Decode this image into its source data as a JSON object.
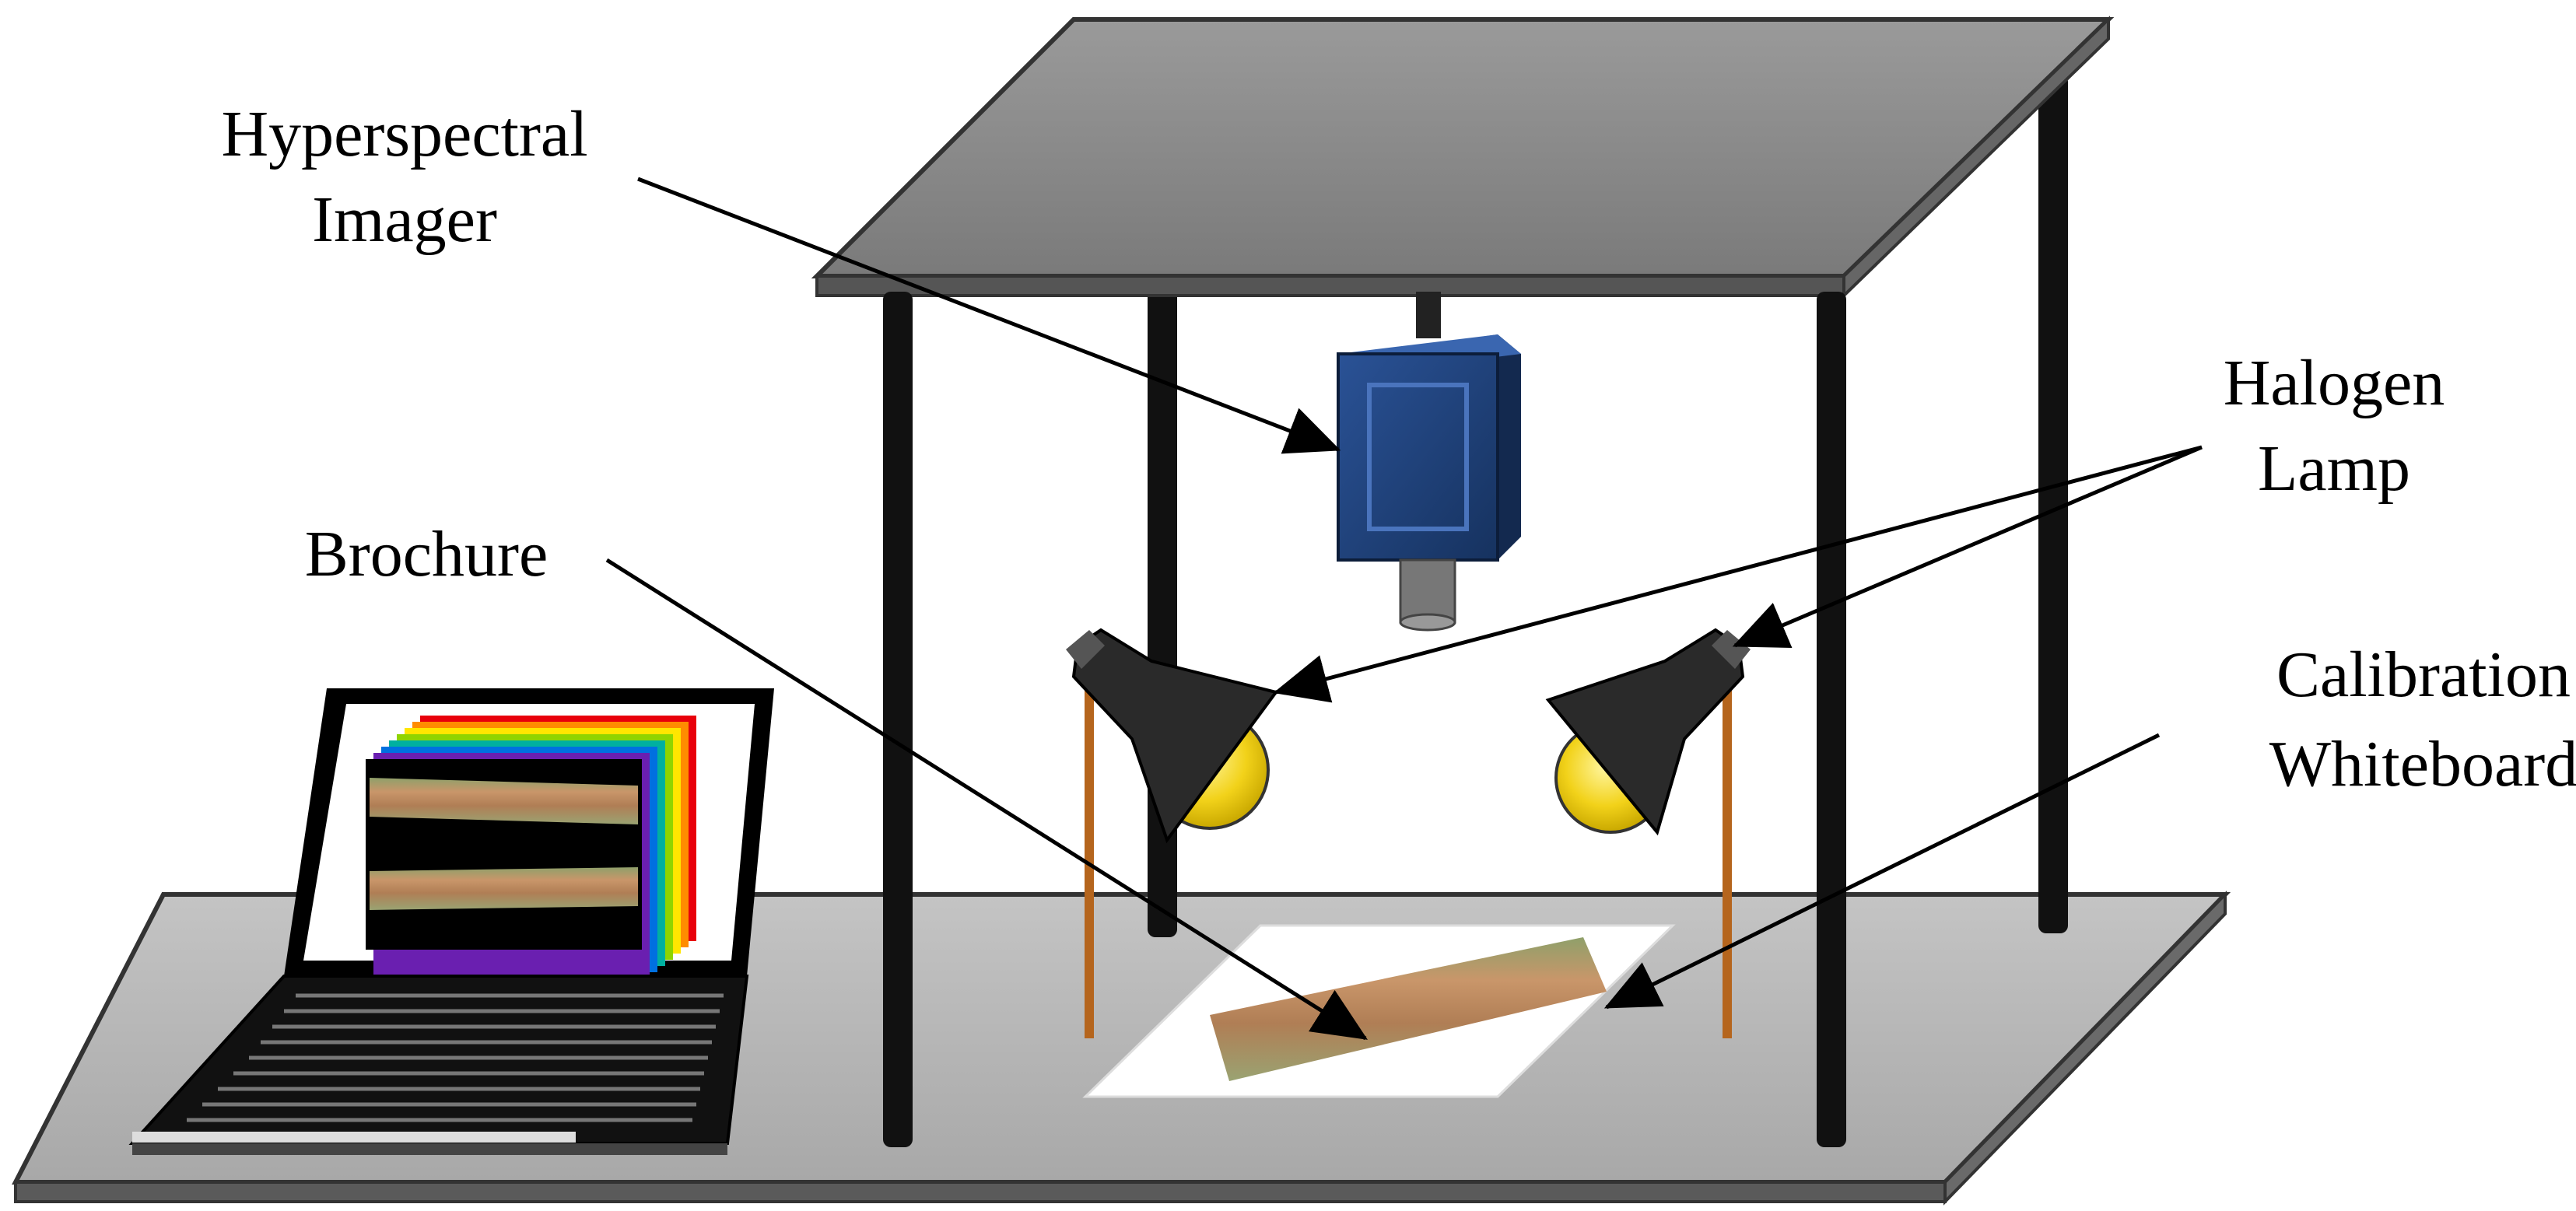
{
  "labels": {
    "imager_line1": "Hyperspectral",
    "imager_line2": "Imager",
    "lamp_line1": "Halogen",
    "lamp_line2": "Lamp",
    "brochure": "Brochure",
    "whiteboard_line1": "Calibration",
    "whiteboard_line2": "Whiteboard"
  },
  "colors": {
    "frame": "#111111",
    "top_plate": "#8a8a8a",
    "base_plate": "#b8b8b8",
    "imager_body": "#1e3f7a",
    "lamp_bulb": "#f2d21a",
    "lamp_stand": "#b5651d",
    "brochure_strip": "#b98a5e"
  },
  "icons": {
    "imager": "camera-box-icon",
    "lamp": "halogen-lamp-icon",
    "laptop": "laptop-icon"
  }
}
